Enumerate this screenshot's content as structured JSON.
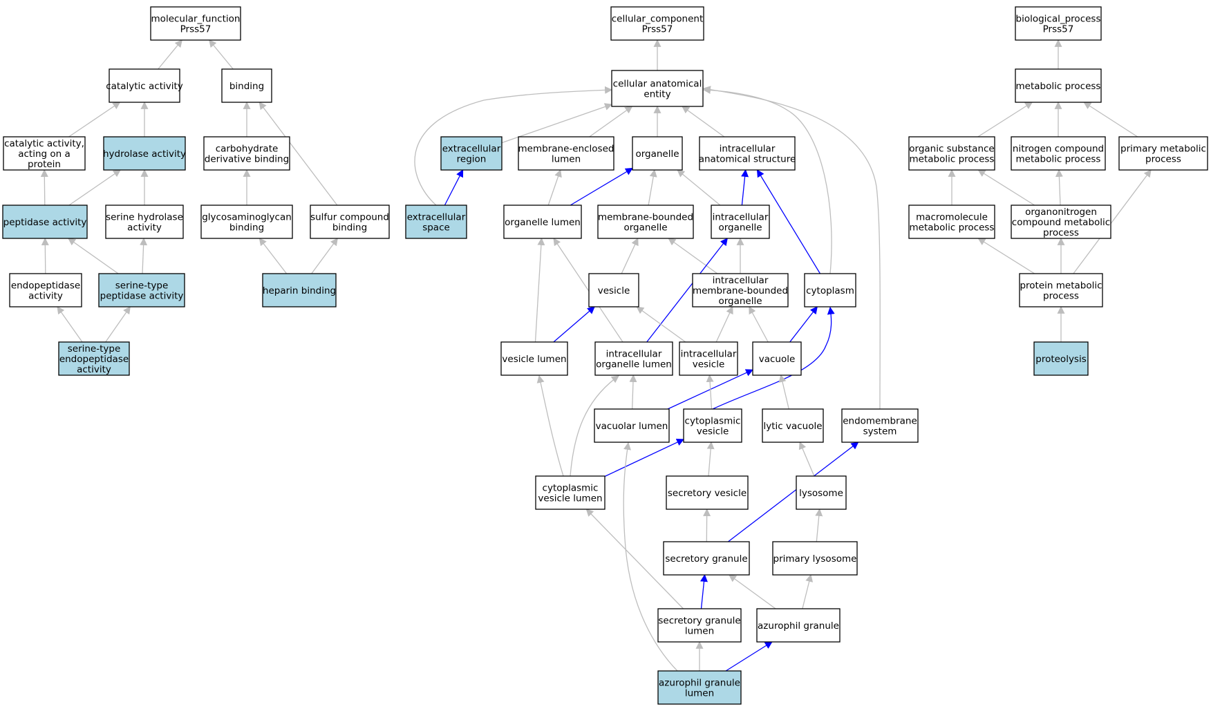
{
  "colors": {
    "highlight_fill": "#add8e6",
    "plain_fill": "#ffffff",
    "edge_gray": "#bdbdbd",
    "edge_blue": "#0000ff"
  },
  "nodes": [
    {
      "id": "mf",
      "lines": [
        "molecular_function",
        "Prss57"
      ],
      "highlight": false
    },
    {
      "id": "catalytic",
      "lines": [
        "catalytic activity"
      ],
      "highlight": false
    },
    {
      "id": "binding",
      "lines": [
        "binding"
      ],
      "highlight": false
    },
    {
      "id": "catalytic_protein",
      "lines": [
        "catalytic activity,",
        "acting on a",
        "protein"
      ],
      "highlight": false
    },
    {
      "id": "hydrolase",
      "lines": [
        "hydrolase activity"
      ],
      "highlight": true
    },
    {
      "id": "carb",
      "lines": [
        "carbohydrate",
        "derivative binding"
      ],
      "highlight": false
    },
    {
      "id": "peptidase",
      "lines": [
        "peptidase activity"
      ],
      "highlight": true
    },
    {
      "id": "serine_hydrolase",
      "lines": [
        "serine hydrolase",
        "activity"
      ],
      "highlight": false
    },
    {
      "id": "gag",
      "lines": [
        "glycosaminoglycan",
        "binding"
      ],
      "highlight": false
    },
    {
      "id": "sulfur",
      "lines": [
        "sulfur compound",
        "binding"
      ],
      "highlight": false
    },
    {
      "id": "endopeptidase",
      "lines": [
        "endopeptidase",
        "activity"
      ],
      "highlight": false
    },
    {
      "id": "serine_peptidase",
      "lines": [
        "serine-type",
        "peptidase activity"
      ],
      "highlight": true
    },
    {
      "id": "heparin",
      "lines": [
        "heparin binding"
      ],
      "highlight": true
    },
    {
      "id": "serine_endo",
      "lines": [
        "serine-type",
        "endopeptidase",
        "activity"
      ],
      "highlight": true
    },
    {
      "id": "cc",
      "lines": [
        "cellular_component",
        "Prss57"
      ],
      "highlight": false
    },
    {
      "id": "cae",
      "lines": [
        "cellular anatomical",
        "entity"
      ],
      "highlight": false
    },
    {
      "id": "extracellular_region",
      "lines": [
        "extracellular",
        "region"
      ],
      "highlight": true
    },
    {
      "id": "mem_enclosed",
      "lines": [
        "membrane-enclosed",
        "lumen"
      ],
      "highlight": false
    },
    {
      "id": "organelle",
      "lines": [
        "organelle"
      ],
      "highlight": false
    },
    {
      "id": "ias",
      "lines": [
        "intracellular",
        "anatomical structure"
      ],
      "highlight": false
    },
    {
      "id": "extracellular_space",
      "lines": [
        "extracellular",
        "space"
      ],
      "highlight": true
    },
    {
      "id": "organelle_lumen",
      "lines": [
        "organelle lumen"
      ],
      "highlight": false
    },
    {
      "id": "mbo",
      "lines": [
        "membrane-bounded",
        "organelle"
      ],
      "highlight": false
    },
    {
      "id": "intra_org",
      "lines": [
        "intracellular",
        "organelle"
      ],
      "highlight": false
    },
    {
      "id": "vesicle",
      "lines": [
        "vesicle"
      ],
      "highlight": false
    },
    {
      "id": "imbo",
      "lines": [
        "intracellular",
        "membrane-bounded",
        "organelle"
      ],
      "highlight": false
    },
    {
      "id": "cytoplasm",
      "lines": [
        "cytoplasm"
      ],
      "highlight": false
    },
    {
      "id": "vesicle_lumen",
      "lines": [
        "vesicle lumen"
      ],
      "highlight": false
    },
    {
      "id": "iol",
      "lines": [
        "intracellular",
        "organelle lumen"
      ],
      "highlight": false
    },
    {
      "id": "intra_vesicle",
      "lines": [
        "intracellular",
        "vesicle"
      ],
      "highlight": false
    },
    {
      "id": "vacuole",
      "lines": [
        "vacuole"
      ],
      "highlight": false
    },
    {
      "id": "vacuolar_lumen",
      "lines": [
        "vacuolar lumen"
      ],
      "highlight": false
    },
    {
      "id": "cyto_vesicle",
      "lines": [
        "cytoplasmic",
        "vesicle"
      ],
      "highlight": false
    },
    {
      "id": "lytic_vacuole",
      "lines": [
        "lytic vacuole"
      ],
      "highlight": false
    },
    {
      "id": "endomembrane",
      "lines": [
        "endomembrane",
        "system"
      ],
      "highlight": false
    },
    {
      "id": "cvl",
      "lines": [
        "cytoplasmic",
        "vesicle lumen"
      ],
      "highlight": false
    },
    {
      "id": "secretory_vesicle",
      "lines": [
        "secretory vesicle"
      ],
      "highlight": false
    },
    {
      "id": "lysosome",
      "lines": [
        "lysosome"
      ],
      "highlight": false
    },
    {
      "id": "secretory_granule",
      "lines": [
        "secretory granule"
      ],
      "highlight": false
    },
    {
      "id": "primary_lysosome",
      "lines": [
        "primary lysosome"
      ],
      "highlight": false
    },
    {
      "id": "sgl",
      "lines": [
        "secretory granule",
        "lumen"
      ],
      "highlight": false
    },
    {
      "id": "azurophil_granule",
      "lines": [
        "azurophil granule"
      ],
      "highlight": false
    },
    {
      "id": "agl",
      "lines": [
        "azurophil granule",
        "lumen"
      ],
      "highlight": true
    },
    {
      "id": "bp",
      "lines": [
        "biological_process",
        "Prss57"
      ],
      "highlight": false
    },
    {
      "id": "metabolic",
      "lines": [
        "metabolic process"
      ],
      "highlight": false
    },
    {
      "id": "organic",
      "lines": [
        "organic substance",
        "metabolic process"
      ],
      "highlight": false
    },
    {
      "id": "nitrogen",
      "lines": [
        "nitrogen compound",
        "metabolic process"
      ],
      "highlight": false
    },
    {
      "id": "primary_metabolic",
      "lines": [
        "primary metabolic",
        "process"
      ],
      "highlight": false
    },
    {
      "id": "macromolecule",
      "lines": [
        "macromolecule",
        "metabolic process"
      ],
      "highlight": false
    },
    {
      "id": "organonitrogen",
      "lines": [
        "organonitrogen",
        "compound metabolic",
        "process"
      ],
      "highlight": false
    },
    {
      "id": "protein_metabolic",
      "lines": [
        "protein metabolic",
        "process"
      ],
      "highlight": false
    },
    {
      "id": "proteolysis",
      "lines": [
        "proteolysis"
      ],
      "highlight": true
    }
  ],
  "edges": [
    {
      "from": "catalytic",
      "to": "mf",
      "color": "gray"
    },
    {
      "from": "binding",
      "to": "mf",
      "color": "gray"
    },
    {
      "from": "catalytic_protein",
      "to": "catalytic",
      "color": "gray"
    },
    {
      "from": "hydrolase",
      "to": "catalytic",
      "color": "gray"
    },
    {
      "from": "carb",
      "to": "binding",
      "color": "gray"
    },
    {
      "from": "sulfur",
      "to": "binding",
      "color": "gray"
    },
    {
      "from": "peptidase",
      "to": "catalytic_protein",
      "color": "gray"
    },
    {
      "from": "peptidase",
      "to": "hydrolase",
      "color": "gray"
    },
    {
      "from": "serine_hydrolase",
      "to": "hydrolase",
      "color": "gray"
    },
    {
      "from": "gag",
      "to": "carb",
      "color": "gray"
    },
    {
      "from": "endopeptidase",
      "to": "peptidase",
      "color": "gray"
    },
    {
      "from": "serine_peptidase",
      "to": "peptidase",
      "color": "gray"
    },
    {
      "from": "serine_peptidase",
      "to": "serine_hydrolase",
      "color": "gray"
    },
    {
      "from": "heparin",
      "to": "gag",
      "color": "gray"
    },
    {
      "from": "heparin",
      "to": "sulfur",
      "color": "gray"
    },
    {
      "from": "serine_endo",
      "to": "endopeptidase",
      "color": "gray"
    },
    {
      "from": "serine_endo",
      "to": "serine_peptidase",
      "color": "gray"
    },
    {
      "from": "cae",
      "to": "cc",
      "color": "gray"
    },
    {
      "from": "extracellular_region",
      "to": "cae",
      "color": "gray"
    },
    {
      "from": "mem_enclosed",
      "to": "cae",
      "color": "gray"
    },
    {
      "from": "organelle",
      "to": "cae",
      "color": "gray"
    },
    {
      "from": "ias",
      "to": "cae",
      "color": "gray"
    },
    {
      "from": "extracellular_space",
      "to": "cae",
      "color": "gray"
    },
    {
      "from": "cytoplasm",
      "to": "cae",
      "color": "gray"
    },
    {
      "from": "endomembrane",
      "to": "cae",
      "color": "gray"
    },
    {
      "from": "extracellular_space",
      "to": "extracellular_region",
      "color": "blue"
    },
    {
      "from": "organelle_lumen",
      "to": "mem_enclosed",
      "color": "gray"
    },
    {
      "from": "organelle_lumen",
      "to": "organelle",
      "color": "blue"
    },
    {
      "from": "mbo",
      "to": "organelle",
      "color": "gray"
    },
    {
      "from": "intra_org",
      "to": "organelle",
      "color": "gray"
    },
    {
      "from": "intra_org",
      "to": "ias",
      "color": "blue"
    },
    {
      "from": "cytoplasm",
      "to": "ias",
      "color": "blue"
    },
    {
      "from": "vesicle",
      "to": "mbo",
      "color": "gray"
    },
    {
      "from": "imbo",
      "to": "mbo",
      "color": "gray"
    },
    {
      "from": "imbo",
      "to": "intra_org",
      "color": "gray"
    },
    {
      "from": "vesicle_lumen",
      "to": "organelle_lumen",
      "color": "gray"
    },
    {
      "from": "iol",
      "to": "organelle_lumen",
      "color": "gray"
    },
    {
      "from": "iol",
      "to": "intra_org",
      "color": "blue"
    },
    {
      "from": "vesicle_lumen",
      "to": "vesicle",
      "color": "blue"
    },
    {
      "from": "intra_vesicle",
      "to": "vesicle",
      "color": "gray"
    },
    {
      "from": "intra_vesicle",
      "to": "imbo",
      "color": "gray"
    },
    {
      "from": "vacuole",
      "to": "imbo",
      "color": "gray"
    },
    {
      "from": "vacuole",
      "to": "cytoplasm",
      "color": "blue"
    },
    {
      "from": "cyto_vesicle",
      "to": "cytoplasm",
      "color": "blue"
    },
    {
      "from": "vacuolar_lumen",
      "to": "iol",
      "color": "gray"
    },
    {
      "from": "vacuolar_lumen",
      "to": "vacuole",
      "color": "blue"
    },
    {
      "from": "cyto_vesicle",
      "to": "intra_vesicle",
      "color": "gray"
    },
    {
      "from": "lytic_vacuole",
      "to": "vacuole",
      "color": "gray"
    },
    {
      "from": "cvl",
      "to": "vesicle_lumen",
      "color": "gray"
    },
    {
      "from": "cvl",
      "to": "iol",
      "color": "gray"
    },
    {
      "from": "cvl",
      "to": "cyto_vesicle",
      "color": "blue"
    },
    {
      "from": "secretory_vesicle",
      "to": "cyto_vesicle",
      "color": "gray"
    },
    {
      "from": "lysosome",
      "to": "lytic_vacuole",
      "color": "gray"
    },
    {
      "from": "secretory_granule",
      "to": "secretory_vesicle",
      "color": "gray"
    },
    {
      "from": "secretory_granule",
      "to": "endomembrane",
      "color": "blue"
    },
    {
      "from": "primary_lysosome",
      "to": "lysosome",
      "color": "gray"
    },
    {
      "from": "sgl",
      "to": "cvl",
      "color": "gray"
    },
    {
      "from": "sgl",
      "to": "secretory_granule",
      "color": "blue"
    },
    {
      "from": "azurophil_granule",
      "to": "secretory_granule",
      "color": "gray"
    },
    {
      "from": "azurophil_granule",
      "to": "primary_lysosome",
      "color": "gray"
    },
    {
      "from": "agl",
      "to": "sgl",
      "color": "gray"
    },
    {
      "from": "agl",
      "to": "azurophil_granule",
      "color": "blue"
    },
    {
      "from": "agl",
      "to": "vacuolar_lumen",
      "color": "gray"
    },
    {
      "from": "metabolic",
      "to": "bp",
      "color": "gray"
    },
    {
      "from": "organic",
      "to": "metabolic",
      "color": "gray"
    },
    {
      "from": "nitrogen",
      "to": "metabolic",
      "color": "gray"
    },
    {
      "from": "primary_metabolic",
      "to": "metabolic",
      "color": "gray"
    },
    {
      "from": "macromolecule",
      "to": "organic",
      "color": "gray"
    },
    {
      "from": "organonitrogen",
      "to": "organic",
      "color": "gray"
    },
    {
      "from": "organonitrogen",
      "to": "nitrogen",
      "color": "gray"
    },
    {
      "from": "protein_metabolic",
      "to": "macromolecule",
      "color": "gray"
    },
    {
      "from": "protein_metabolic",
      "to": "organonitrogen",
      "color": "gray"
    },
    {
      "from": "protein_metabolic",
      "to": "primary_metabolic",
      "color": "gray"
    },
    {
      "from": "proteolysis",
      "to": "protein_metabolic",
      "color": "gray"
    }
  ]
}
